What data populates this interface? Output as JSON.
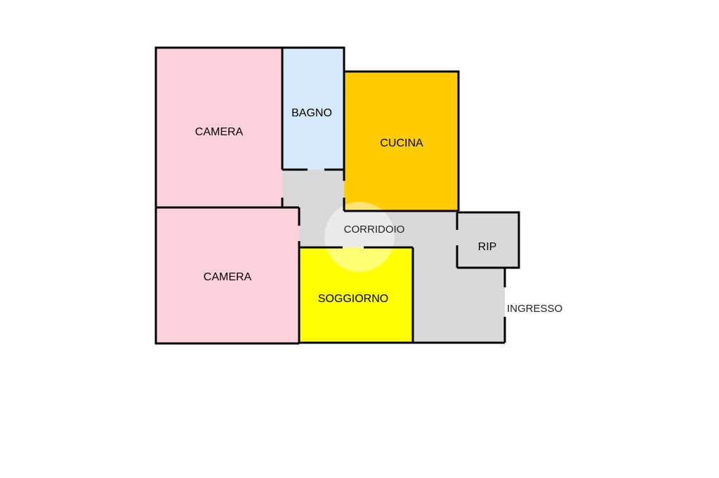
{
  "colors": {
    "camera": "#FFD1DC",
    "bagno": "#D6E8FA",
    "cucina": "#FFCC00",
    "soggiorno": "#FFFF00",
    "corridoio": "#D9D9D9",
    "rip": "#D9D9D9",
    "wall": "#000000",
    "watermark": "#FFFFFF"
  },
  "rooms": {
    "camera_top": {
      "label": "CAMERA"
    },
    "bagno": {
      "label": "BAGNO"
    },
    "cucina": {
      "label": "CUCINA"
    },
    "camera_bottom": {
      "label": "CAMERA"
    },
    "corridoio": {
      "label": "CORRIDOIO"
    },
    "rip": {
      "label": "RIP"
    },
    "soggiorno": {
      "label": "SOGGIORNO"
    },
    "ingresso": {
      "label": "INGRESSO"
    }
  }
}
